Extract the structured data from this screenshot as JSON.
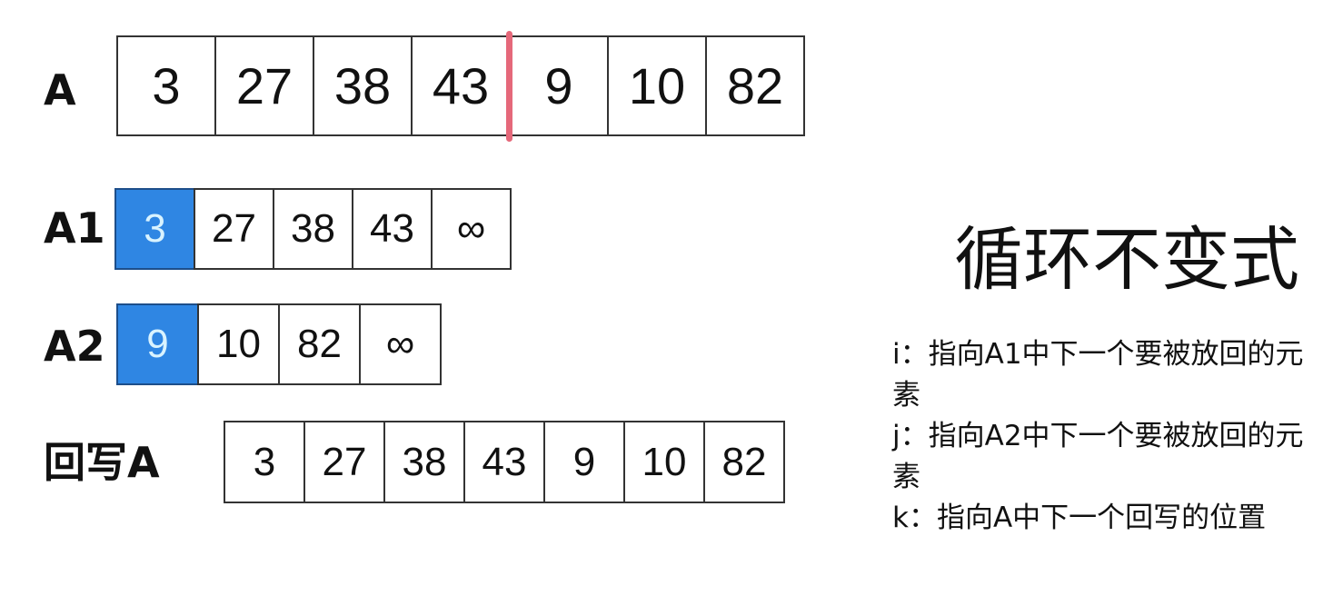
{
  "rows": {
    "A": {
      "label": "A",
      "cells": [
        "3",
        "27",
        "38",
        "43",
        "9",
        "10",
        "82"
      ]
    },
    "A1": {
      "label": "A1",
      "cells": [
        "3",
        "27",
        "38",
        "43",
        "∞"
      ],
      "highlight_index": 0
    },
    "A2": {
      "label": "A2",
      "cells": [
        "9",
        "10",
        "82",
        "∞"
      ],
      "highlight_index": 0
    },
    "writeback": {
      "label": "回写A",
      "cells": [
        "3",
        "27",
        "38",
        "43",
        "9",
        "10",
        "82"
      ]
    }
  },
  "split_after_index": 3,
  "title": "循环不变式",
  "notes": [
    "i：指向A1中下一个要被放回的元素",
    "j：指向A2中下一个要被放回的元素",
    "k：指向A中下一个回写的位置"
  ],
  "colors": {
    "highlight": "#2f86e3",
    "highlight_text": "#d9f3ff",
    "split_marker": "#e5687a"
  }
}
